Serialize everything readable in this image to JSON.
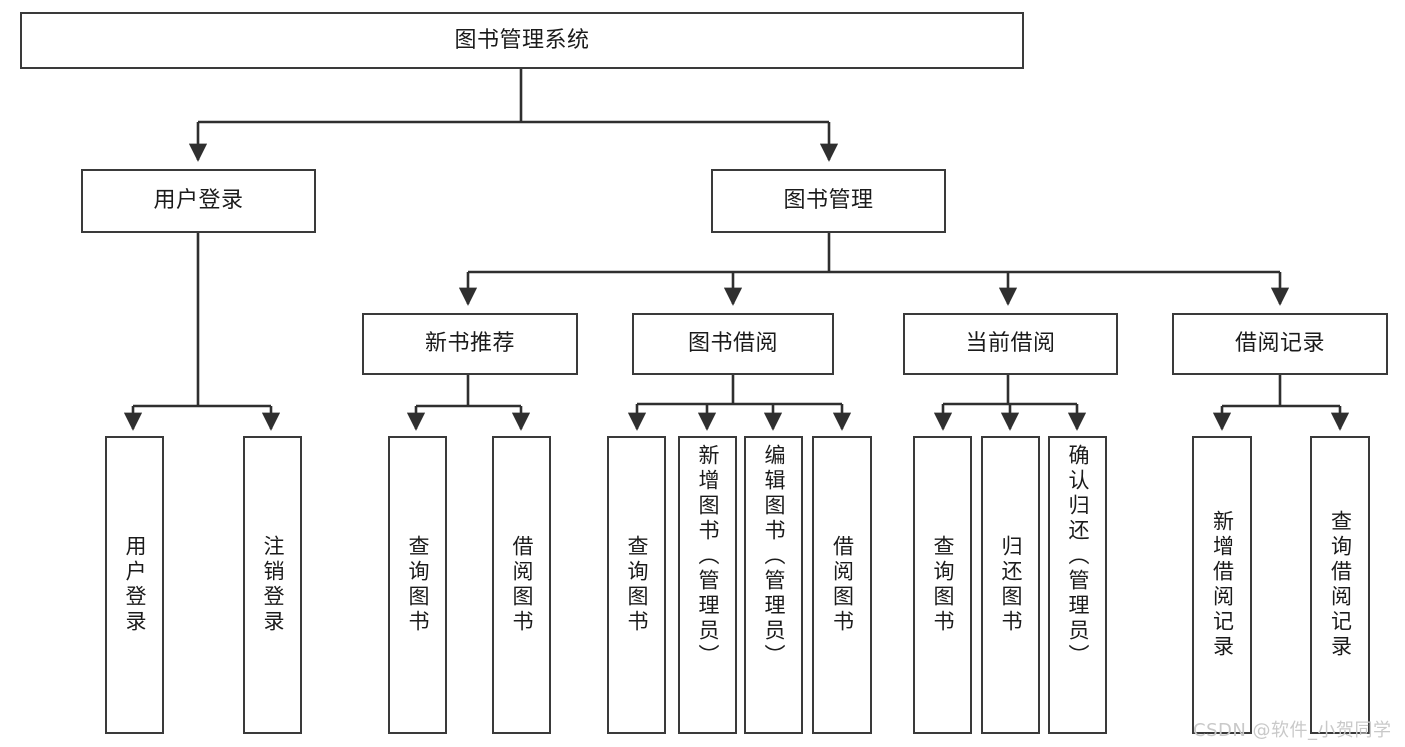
{
  "diagram": {
    "title": "图书管理系统",
    "type": "tree-hierarchy",
    "root": {
      "label": "图书管理系统"
    },
    "level2": [
      {
        "label": "用户登录"
      },
      {
        "label": "图书管理"
      }
    ],
    "level3": [
      {
        "label": "新书推荐"
      },
      {
        "label": "图书借阅"
      },
      {
        "label": "当前借阅"
      },
      {
        "label": "借阅记录"
      }
    ],
    "leaves": {
      "user_login": [
        {
          "label": "用户登录"
        },
        {
          "label": "注销登录"
        }
      ],
      "new_book_recommend": [
        {
          "label": "查询图书"
        },
        {
          "label": "借阅图书"
        }
      ],
      "book_borrow": [
        {
          "label": "查询图书"
        },
        {
          "label": "新增图书（管理员）"
        },
        {
          "label": "编辑图书（管理员）"
        },
        {
          "label": "借阅图书"
        }
      ],
      "current_borrow": [
        {
          "label": "查询图书"
        },
        {
          "label": "归还图书"
        },
        {
          "label": "确认归还（管理员）"
        }
      ],
      "borrow_record": [
        {
          "label": "新增借阅记录"
        },
        {
          "label": "查询借阅记录"
        }
      ]
    }
  },
  "watermark": {
    "text": "CSDN @软件_小贺同学"
  },
  "colors": {
    "border": "#3a3a3a",
    "text": "#1b1b1b",
    "background": "#ffffff",
    "watermark": "#c9c9c9"
  }
}
